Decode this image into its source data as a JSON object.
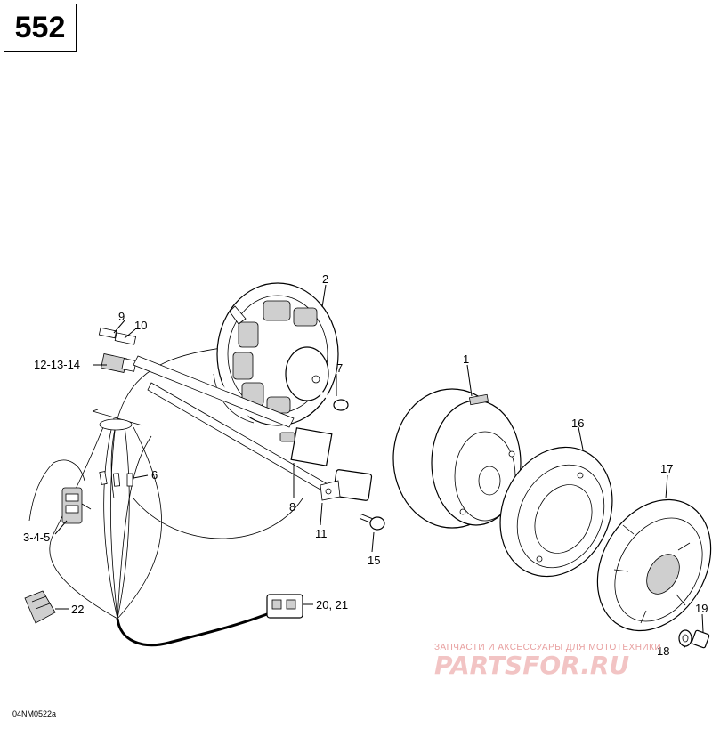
{
  "page_number": "552",
  "drawing_code": "04NM0522a",
  "callouts": {
    "c1": "1",
    "c2": "2",
    "c3": "3-4-5",
    "c6": "6",
    "c7": "7",
    "c8": "8",
    "c9": "9",
    "c10": "10",
    "c11": "11",
    "c12": "12-13-14",
    "c15": "15",
    "c16": "16",
    "c17": "17",
    "c18": "18",
    "c19": "19",
    "c20": "20, 21",
    "c22": "22"
  },
  "watermark": {
    "tagline": "ЗАПЧАСТИ И АКСЕССУАРЫ ДЛЯ МОТОТЕХНИКИ",
    "brand": "PARTSFOR.RU"
  }
}
